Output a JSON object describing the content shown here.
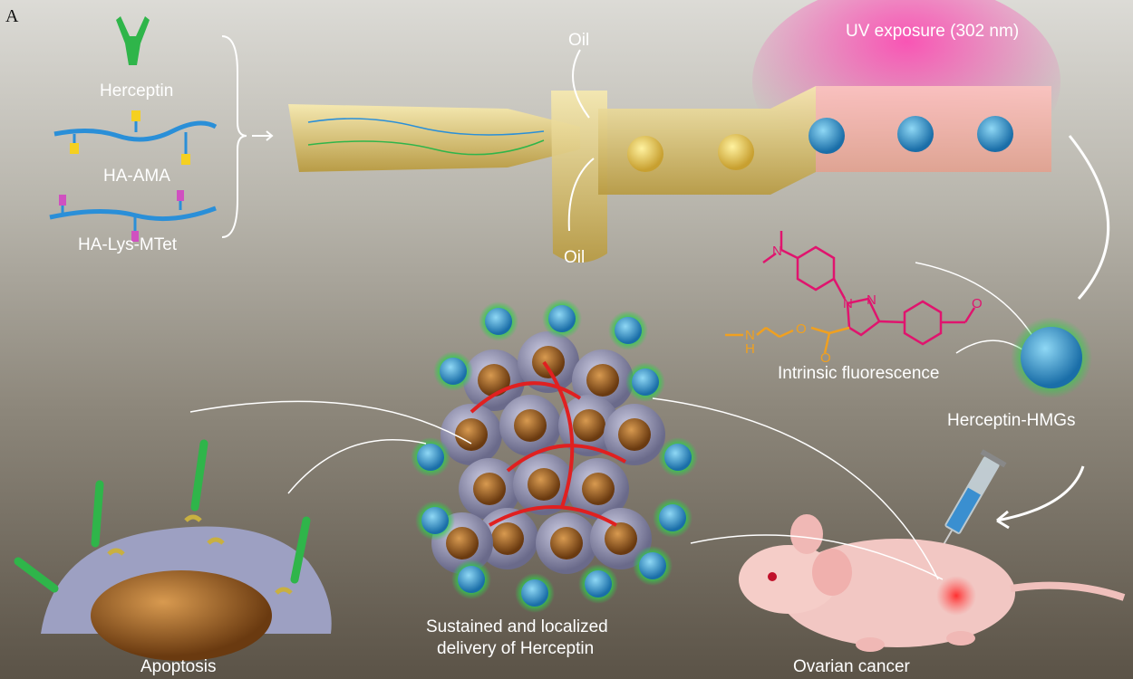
{
  "panel_label": "A",
  "components": {
    "herceptin": "Herceptin",
    "ha_ama": "HA-AMA",
    "ha_lys_mtet": "HA-Lys-MTet"
  },
  "microfluidics": {
    "oil_top": "Oil",
    "oil_bottom": "Oil",
    "uv_label": "UV exposure (302 nm)"
  },
  "chemistry": {
    "atoms_magenta": [
      "N",
      "N",
      "N",
      "O"
    ],
    "atoms_orange": [
      "N",
      "H",
      "O",
      "O"
    ],
    "fluorescence_label": "Intrinsic fluorescence"
  },
  "product_label": "Herceptin-HMGs",
  "bottom": {
    "apoptosis": "Apoptosis",
    "delivery_line1": "Sustained and localized",
    "delivery_line2": "delivery of Herceptin",
    "ovarian": "Ovarian cancer"
  },
  "colors": {
    "magenta": "#e0146e",
    "orange": "#f0a020",
    "channel": "#e8d48a",
    "particle": "#2a8fc8",
    "antibody": "#2fb54a"
  }
}
